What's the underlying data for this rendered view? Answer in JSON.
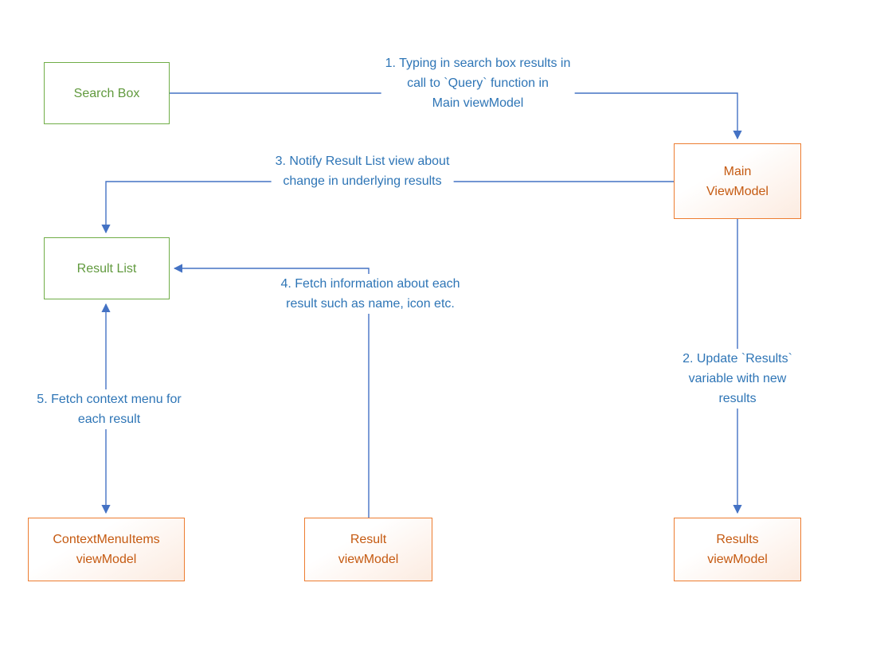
{
  "colors": {
    "green_border": "#70AD47",
    "green_text": "#619A3E",
    "orange_border": "#ED7D31",
    "orange_text": "#C55A11",
    "arrow_blue": "#4472C4",
    "label_blue": "#2E75B6"
  },
  "nodes": {
    "search_box": {
      "label": "Search Box"
    },
    "main_viewmodel": {
      "label": "Main\nViewModel"
    },
    "result_list": {
      "label": "Result List"
    },
    "contextmenuitems_viewmodel": {
      "label": "ContextMenuItems\nviewModel"
    },
    "result_viewmodel": {
      "label": "Result\nviewModel"
    },
    "results_viewmodel": {
      "label": "Results\nviewModel"
    }
  },
  "edge_labels": {
    "step1": "1. Typing in search box results in\ncall to `Query` function in\nMain viewModel",
    "step2": "2. Update `Results` variable with new\nresults",
    "step3": "3. Notify Result List view about\nchange in underlying results",
    "step4": "4. Fetch information about each\nresult such as name, icon etc.",
    "step5": "5. Fetch context menu for\neach result"
  }
}
